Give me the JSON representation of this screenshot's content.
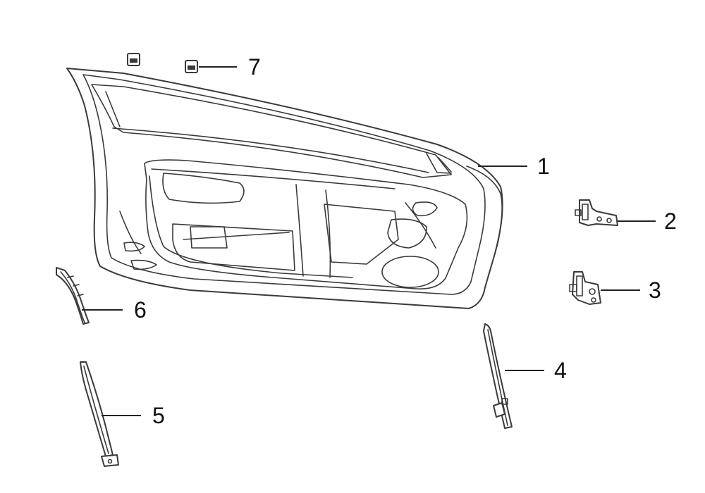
{
  "callouts": {
    "c1": "1",
    "c2": "2",
    "c3": "3",
    "c4": "4",
    "c5": "5",
    "c6": "6",
    "c7": "7"
  },
  "colors": {
    "line": "#3a3a3a",
    "background": "#ffffff"
  }
}
